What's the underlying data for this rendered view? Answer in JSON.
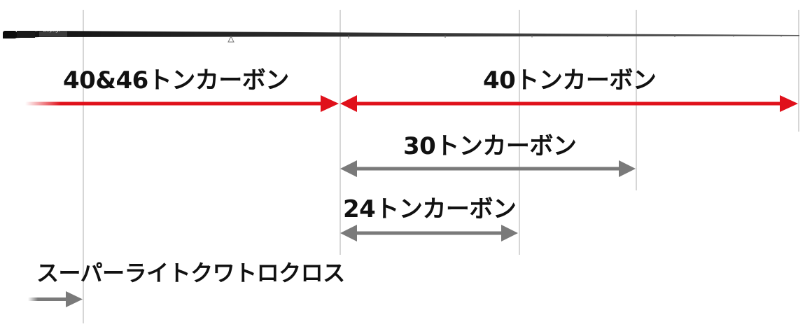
{
  "rod": {
    "brand_text": "Zephyr"
  },
  "segments": [
    {
      "label": "40&46トンカーボン",
      "color": "#e0111b"
    },
    {
      "label": "40トンカーボン",
      "color": "#e0111b"
    },
    {
      "label": "30トンカーボン",
      "color": "#7a7a7a"
    },
    {
      "label": "24トンカーボン",
      "color": "#7a7a7a"
    },
    {
      "label": "スーパーライトクワトロクロス",
      "color": "#7a7a7a"
    }
  ],
  "colors": {
    "red_arrow": "#e0111b",
    "gray_arrow": "#7a7a7a",
    "guide_line": "#d6d6d6",
    "rod": "#2a2a2a"
  }
}
